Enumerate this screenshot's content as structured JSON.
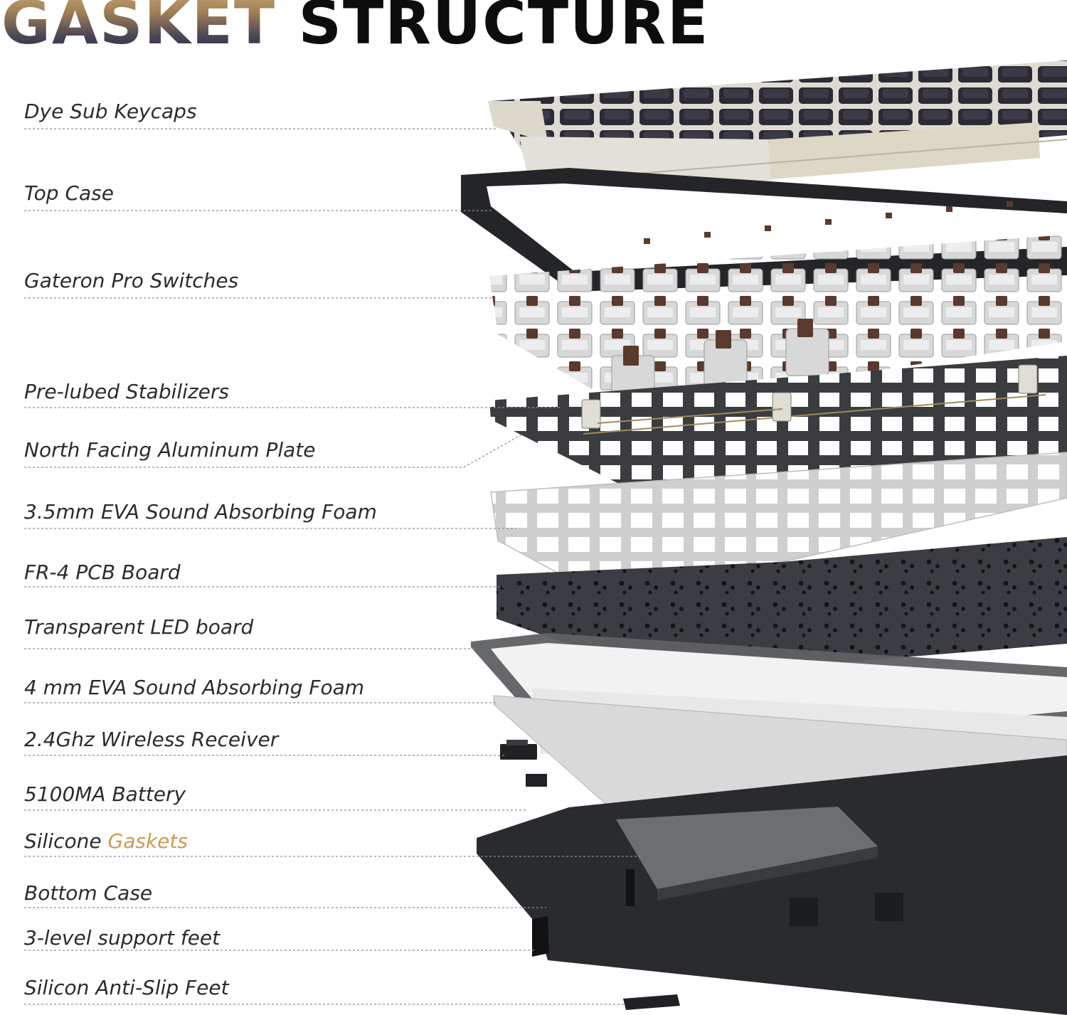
{
  "title": {
    "part1": "GASKET",
    "part2": "STRUCTURE"
  },
  "colors": {
    "title_gold": "#b8966a",
    "title_dark": "#0d0d0d",
    "accent": "#c99a55",
    "label_text": "#2b2b2b"
  },
  "layers": [
    {
      "text": "Dye Sub Keycaps"
    },
    {
      "text": "Top Case"
    },
    {
      "text": "Gateron Pro Switches"
    },
    {
      "text": "Pre-lubed Stabilizers"
    },
    {
      "text": "North Facing Aluminum Plate"
    },
    {
      "text": "3.5mm EVA Sound Absorbing Foam"
    },
    {
      "text": "FR-4 PCB Board"
    },
    {
      "text": "Transparent LED board"
    },
    {
      "text": "4 mm EVA  Sound Absorbing Foam"
    },
    {
      "text": "2.4Ghz Wireless Receiver"
    },
    {
      "text": "5100MA Battery"
    },
    {
      "text": "Silicone ",
      "accent": "Gaskets"
    },
    {
      "text": "Bottom Case"
    },
    {
      "text": "3-level support feet"
    },
    {
      "text": "Silicon Anti-Slip Feet"
    }
  ]
}
